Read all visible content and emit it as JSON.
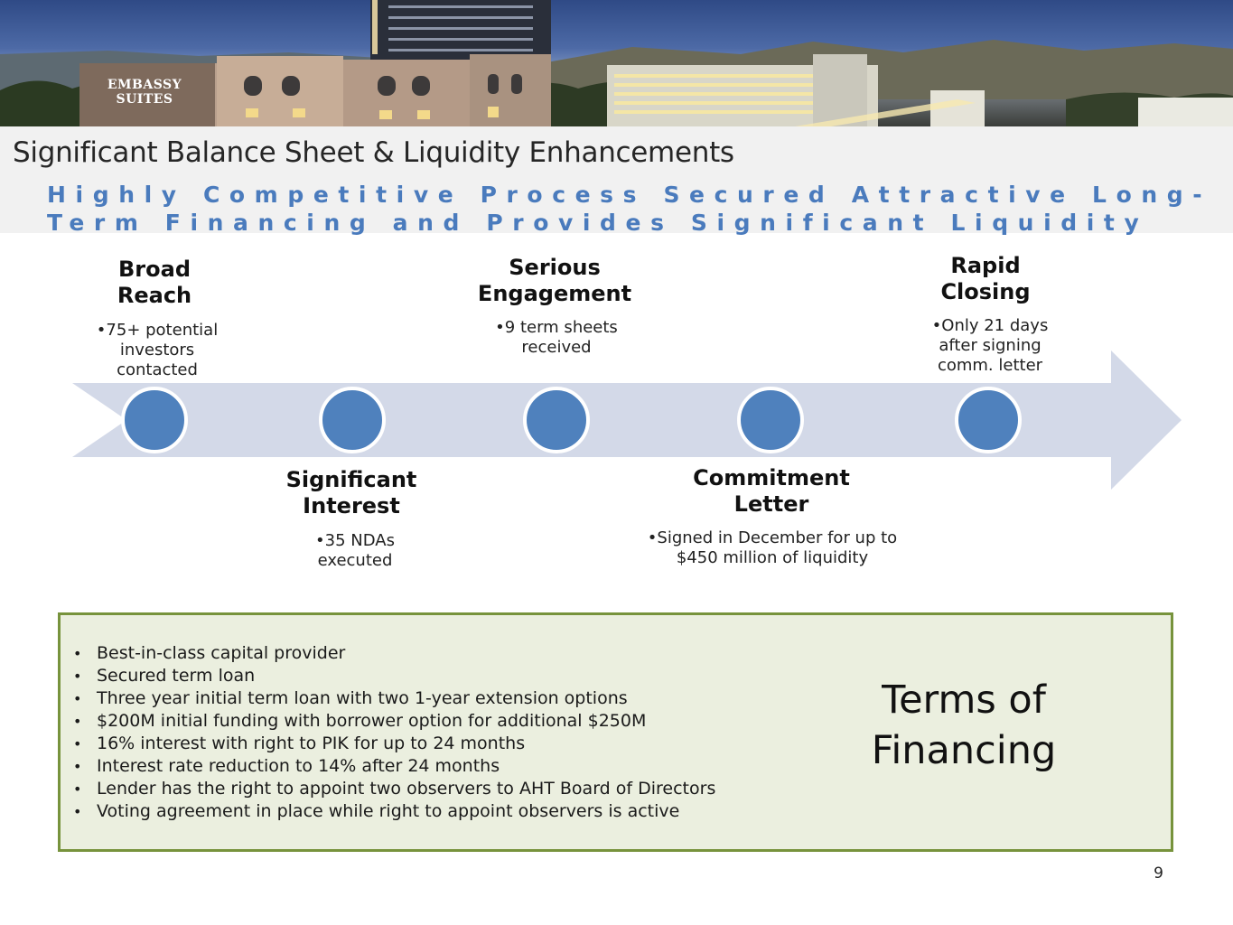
{
  "header": {
    "logo_text": "EMBASSY SUITES"
  },
  "slide": {
    "title": "Significant Balance Sheet & Liquidity Enhancements",
    "subtitle": "Highly Competitive Process Secured Attractive Long-Term Financing and Provides Significant Liquidity",
    "page_number": "9"
  },
  "process": {
    "steps": [
      {
        "heading": "Broad Reach",
        "text": "•75+ potential investors contacted"
      },
      {
        "heading": "Significant Interest",
        "text": "•35 NDAs executed"
      },
      {
        "heading": "Serious Engagement",
        "text": "•9 term sheets received"
      },
      {
        "heading": "Commitment Letter",
        "text": "•Signed in December for up to $450 million of liquidity"
      },
      {
        "heading": "Rapid Closing",
        "text": "•Only 21 days after signing comm. letter"
      }
    ]
  },
  "terms": {
    "title": "Terms of Financing",
    "bullets": [
      "Best-in-class capital provider",
      "Secured term loan",
      "Three year initial term loan with two 1-year extension options",
      "$200M initial funding with borrower option for additional $250M",
      "16% interest with right to PIK for up to 24 months",
      "Interest rate reduction to 14% after 24 months",
      "Lender has the right to appoint two observers to AHT Board of Directors",
      "Voting agreement in place while right to appoint observers is active"
    ]
  },
  "colors": {
    "subtitle": "#4a7bbd",
    "arrow": "#d3d9e8",
    "circle": "#4f81bd",
    "terms_background": "#ebefdf",
    "terms_border": "#77933c"
  }
}
